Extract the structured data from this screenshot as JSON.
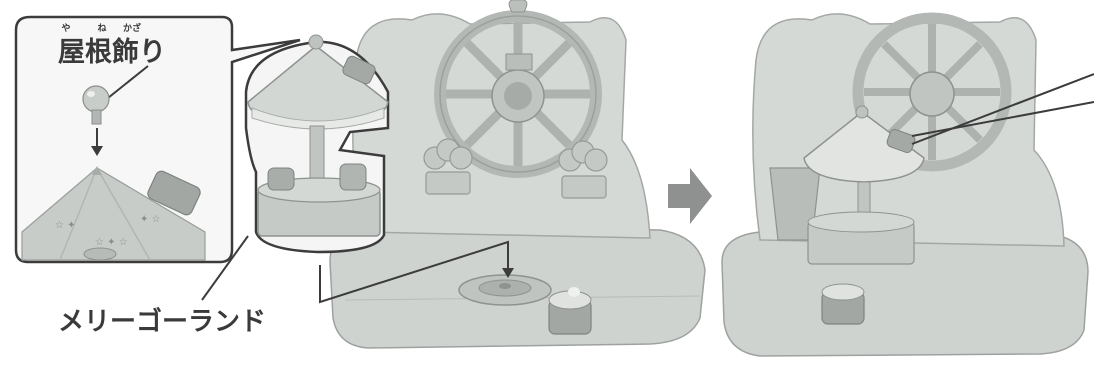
{
  "callout": {
    "ruby": [
      "や",
      "ね",
      "かざ"
    ],
    "title": "屋根飾り"
  },
  "labels": {
    "merry_go_round": "メリーゴーランド"
  },
  "colors": {
    "outline": "#3c3c3c",
    "toy_light": "#d9dcd9",
    "toy_mid": "#c3c7c4",
    "toy_dark": "#9fa39f",
    "arrow": "#8e9190"
  },
  "icons": {
    "step_arrow": "arrow-right-icon",
    "attach_arrow": "arrow-down-icon"
  }
}
